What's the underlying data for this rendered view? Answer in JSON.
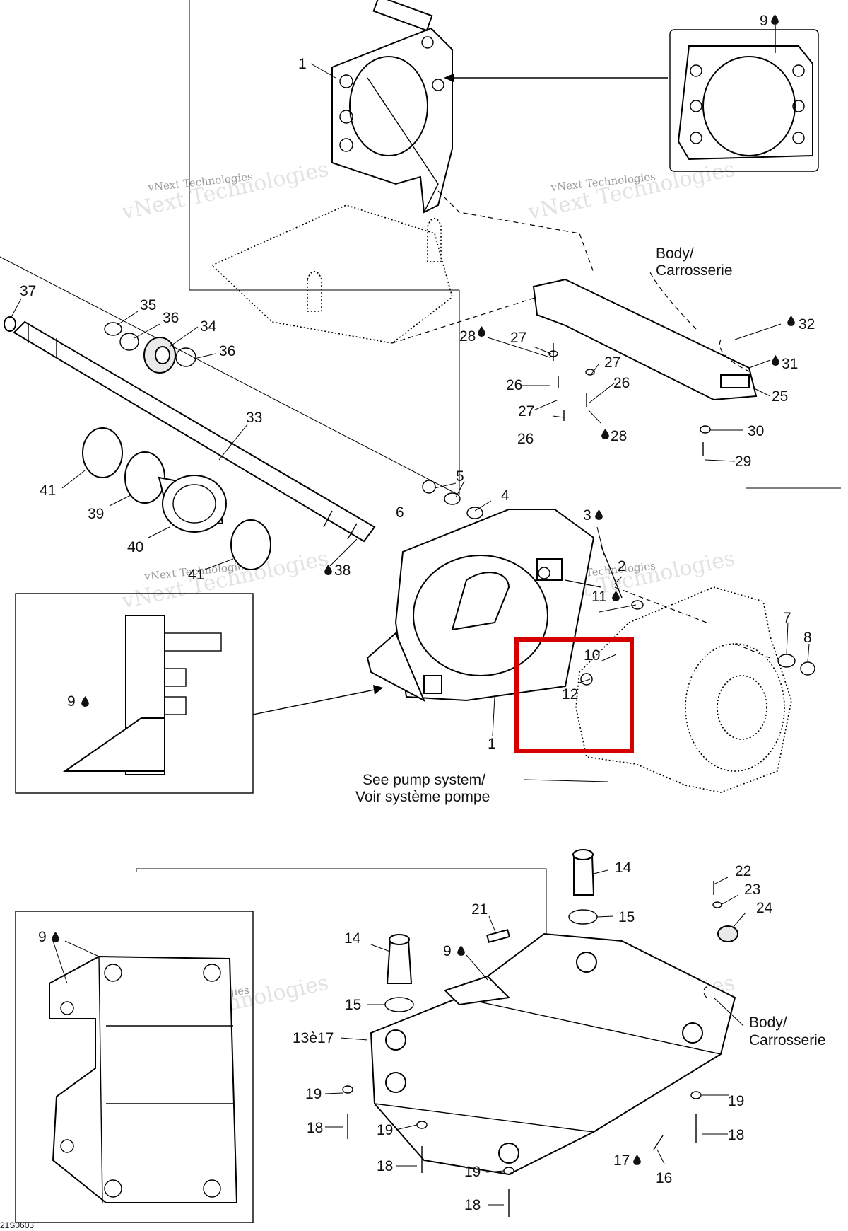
{
  "diagram_code": "21S0603",
  "watermark": {
    "line1": "vNext Technologies",
    "line2": "vNext Technologies"
  },
  "notes": {
    "body_top": [
      "Body/",
      "Carrosserie"
    ],
    "body_bottom": [
      "Body/",
      "Carrosserie"
    ],
    "see_pump": [
      "See pump system/",
      "Voir système pompe"
    ]
  },
  "labels": {
    "l1_top": "1",
    "l9_top": "9",
    "l37": "37",
    "l35": "35",
    "l36_a": "36",
    "l34": "34",
    "l36_b": "36",
    "l28_a": "28",
    "l27_a": "27",
    "l26_a": "26",
    "l27_b": "27",
    "l27_c": "27",
    "l26_b": "26",
    "l26_c": "26",
    "l28_b": "28",
    "l32": "32",
    "l31": "31",
    "l25": "25",
    "l30": "30",
    "l29": "29",
    "l33": "33",
    "l41_a": "41",
    "l39": "39",
    "l40": "40",
    "l41_b": "41",
    "l38": "38",
    "l5": "5",
    "l4": "4",
    "l6": "6",
    "l3": "3",
    "l2": "2",
    "l11": "11",
    "l10": "10",
    "l12": "12",
    "l7": "7",
    "l8": "8",
    "l1_mid": "1",
    "l9_inset": "9",
    "l14_a": "14",
    "l15_a": "15",
    "l21": "21",
    "l22": "22",
    "l23": "23",
    "l24": "24",
    "l9_inset_b": "9",
    "l14_b": "14",
    "l9_b": "9",
    "l15_b": "15",
    "l13_17": "13è17",
    "l19_a": "19",
    "l18_a": "18",
    "l19_b": "19",
    "l18_b": "18",
    "l19_c": "19",
    "l18_c": "18",
    "l19_d": "19",
    "l18_d": "18",
    "l17": "17",
    "l16": "16"
  },
  "highlight": {
    "color": "#d40000",
    "parts": [
      "10",
      "12"
    ]
  },
  "icons": {
    "drop": "oil-drop-icon"
  }
}
